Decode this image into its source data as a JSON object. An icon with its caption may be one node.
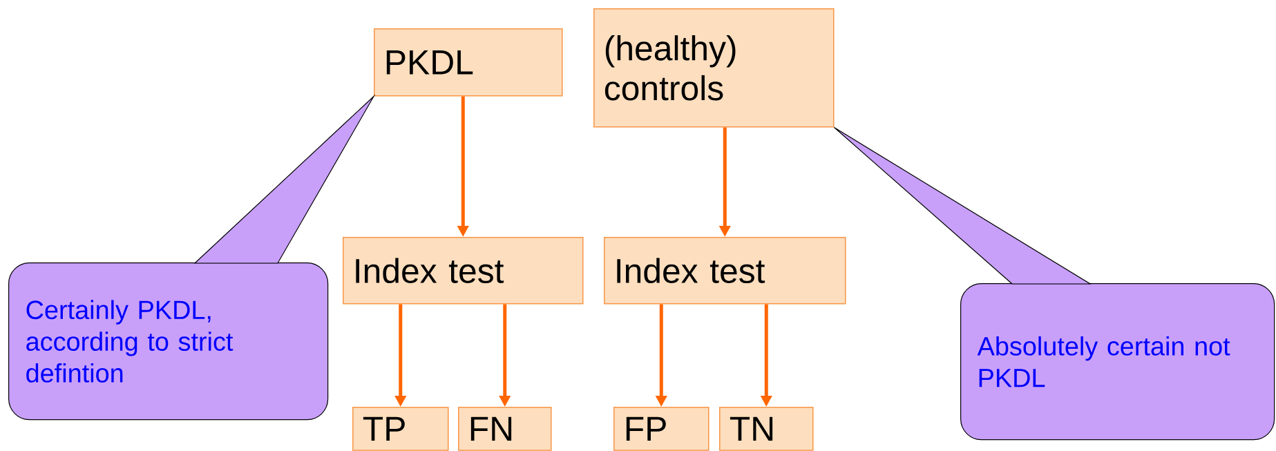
{
  "diagram": {
    "nodes": [
      {
        "text": [
          "PKDL"
        ]
      },
      {
        "text": [
          "(healthy) controls"
        ]
      },
      {
        "text": [
          "Index test"
        ]
      },
      {
        "text": [
          "Index test"
        ]
      },
      {
        "text": [
          "TP"
        ]
      },
      {
        "text": [
          "FN"
        ]
      },
      {
        "text": [
          "FP"
        ]
      },
      {
        "text": [
          "TN"
        ]
      },
      {
        "text": [
          "Certainly PKDL, according to strict defintion"
        ]
      },
      {
        "text": [
          "Absolutely certain not PKDL"
        ]
      }
    ],
    "edges": [
      {
        "from": 0,
        "to": 2,
        "arrow": "to"
      },
      {
        "from": 1,
        "to": 3,
        "arrow": "to"
      },
      {
        "from": 2,
        "to": 4,
        "arrow": "to"
      },
      {
        "from": 2,
        "to": 5,
        "arrow": "to"
      },
      {
        "from": 3,
        "to": 6,
        "arrow": "to"
      },
      {
        "from": 3,
        "to": 7,
        "arrow": "to"
      },
      {
        "from": 8,
        "to": 0,
        "arrow": "none"
      },
      {
        "from": 9,
        "to": 1,
        "arrow": "none"
      }
    ]
  }
}
